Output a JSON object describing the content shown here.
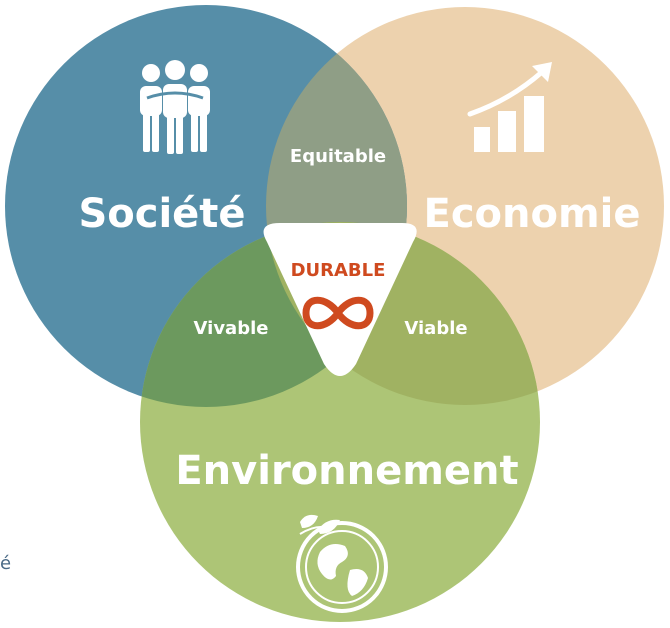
{
  "circles": {
    "societe": {
      "label": "Société",
      "color": "#568ea8",
      "icon": "people-group-icon"
    },
    "economie": {
      "label": "Economie",
      "color": "#edd2ae",
      "icon": "growth-chart-icon"
    },
    "environnement": {
      "label": "Environnement",
      "color": "#adc576",
      "icon": "globe-leaf-icon"
    }
  },
  "overlaps": {
    "equitable": {
      "label": "Equitable",
      "color": "#8f9e86"
    },
    "vivable": {
      "label": "Vivable",
      "color": "#6c995e"
    },
    "viable": {
      "label": "Viable",
      "color": "#a0b262"
    }
  },
  "center": {
    "label": "DURABLE",
    "icon": "infinity-icon",
    "accent": "#cf4a1f"
  },
  "stray_text": "é"
}
